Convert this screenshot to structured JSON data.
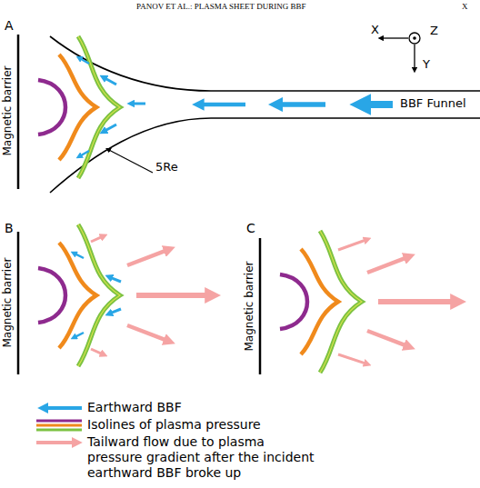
{
  "diagram": {
    "labels": [
      "PANOV ET AL.: PLASMA SHEET DURING BBF",
      "X",
      "A",
      "Magnetic barrier",
      "X",
      "Z",
      "Y",
      "BBF Funnel",
      "5Re",
      "B",
      "Magnetic barrier",
      "C",
      "Magnetic barrier"
    ],
    "legend": [
      {
        "text": "Earthward BBF"
      },
      {
        "text": "Isolines of plasma pressure"
      },
      {
        "text": "Tailward flow due to plasma pressure gradient after the incident earthward BBF broke up"
      }
    ]
  }
}
